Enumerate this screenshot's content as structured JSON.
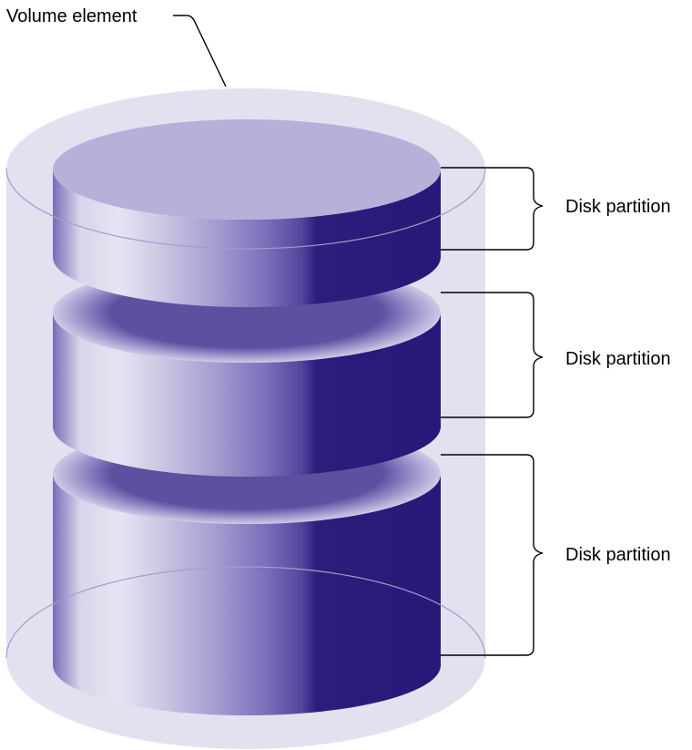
{
  "labels": {
    "volume_element": "Volume element",
    "partitions": [
      "Disk partition",
      "Disk partition",
      "Disk partition"
    ]
  },
  "colors": {
    "volume_fill": "#e4e0f0",
    "volume_outline": "#a49cc8",
    "disk_top": "#b8b0d8",
    "disk_dark": "#2a1978",
    "disk_mid": "#7a6cb6",
    "disk_light": "#e6e2f2",
    "ring_inner": "#5e50a0",
    "ring_outer": "#c6c0e0",
    "leader_line": "#000000"
  },
  "icons": {
    "volume": "translucent-cylinder",
    "partition": "disk-cylinder-segment",
    "bracket": "curly-brace-right"
  }
}
